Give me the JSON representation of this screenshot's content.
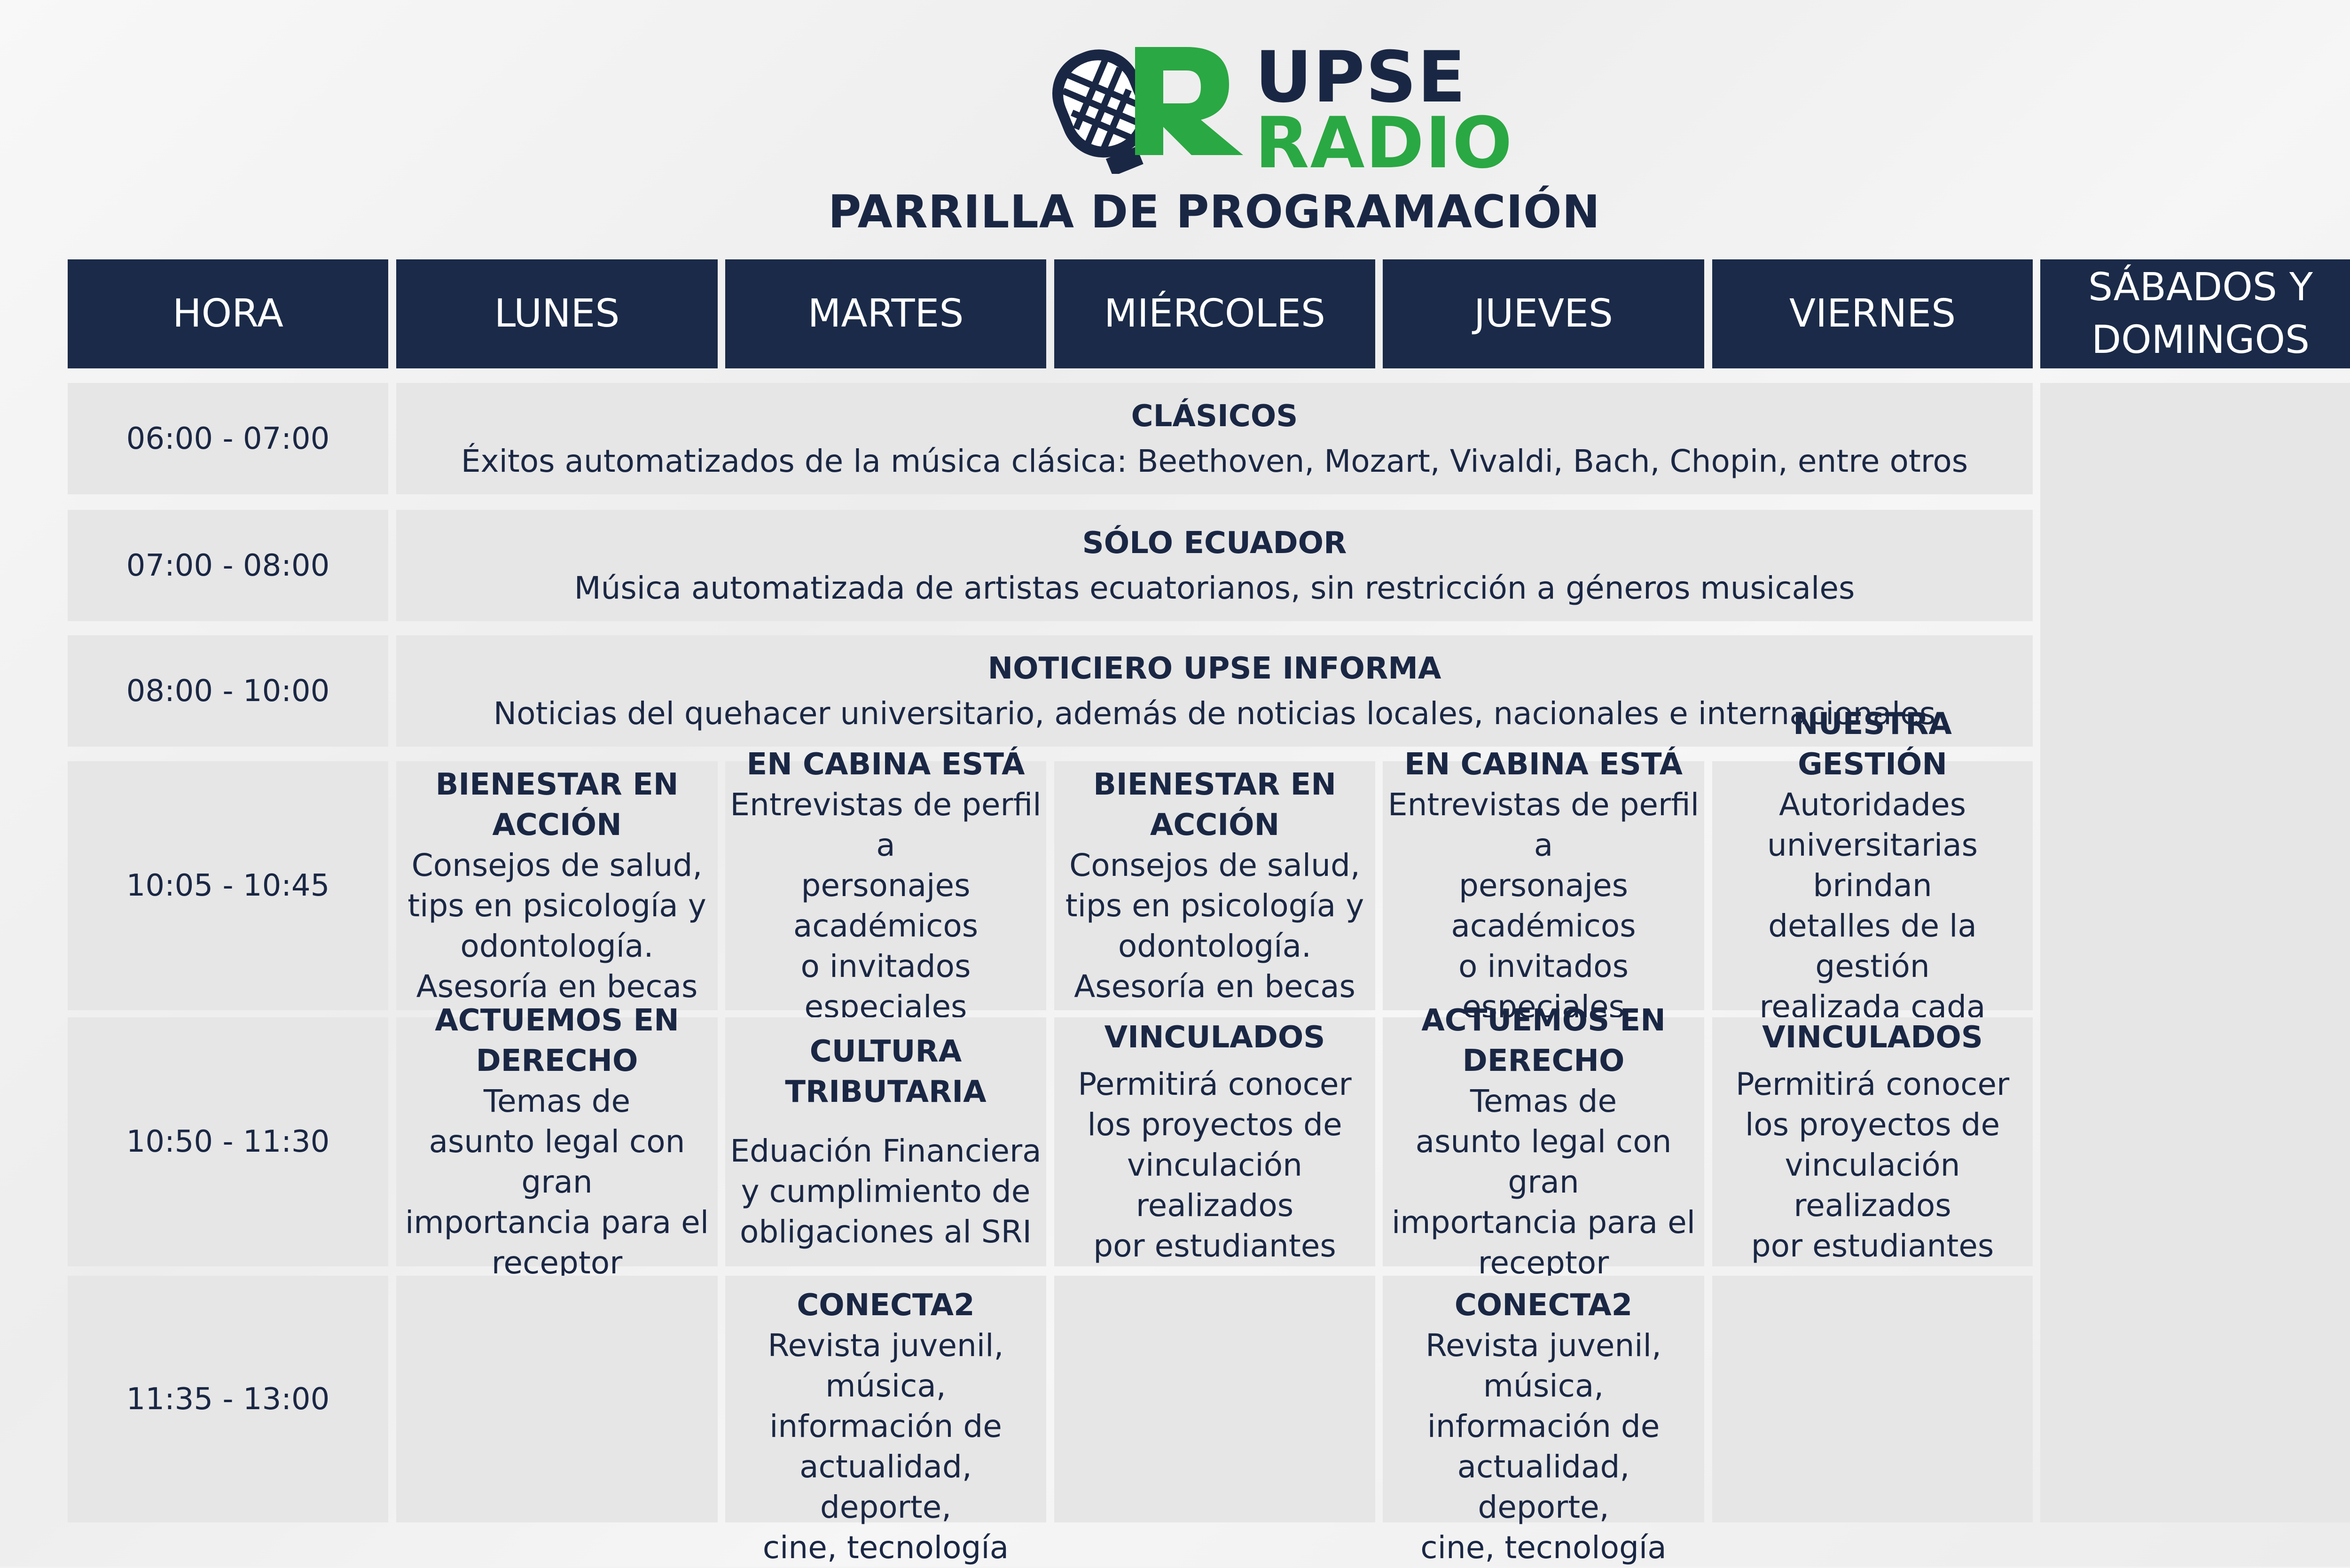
{
  "brand": {
    "line1": "UPSE",
    "line2": "RADIO",
    "accent": "#2aa843",
    "primary": "#1a2744"
  },
  "title": "PARRILLA DE PROGRAMACIÓN",
  "headers": [
    "HORA",
    "LUNES",
    "MARTES",
    "MIÉRCOLES",
    "JUEVES",
    "VIERNES",
    "SÁBADOS Y\nDOMINGOS"
  ],
  "rows": [
    {
      "time": "06:00 - 07:00",
      "program": {
        "title": "CLÁSICOS",
        "desc": "Éxitos automatizados de la música clásica: Beethoven, Mozart, Vivaldi, Bach, Chopin, entre otros"
      }
    },
    {
      "time": "07:00 - 08:00",
      "program": {
        "title": "SÓLO ECUADOR",
        "desc": "Música automatizada de artistas ecuatorianos, sin restricción a géneros musicales"
      }
    },
    {
      "time": "08:00 - 10:00",
      "program": {
        "title": "NOTICIERO UPSE INFORMA",
        "desc": "Noticias del quehacer universitario, además de noticias locales, nacionales e internacionales"
      }
    },
    {
      "time": "10:05 - 10:45",
      "days": [
        {
          "title": "BIENESTAR EN\nACCIÓN",
          "desc": "Consejos de salud,\ntips en psicología y\nodontología.\nAsesoría en becas"
        },
        {
          "title": "EN CABINA ESTÁ",
          "desc": "Entrevistas de perfil a\npersonajes\nacadémicos\no invitados especiales"
        },
        {
          "title": "BIENESTAR EN\nACCIÓN",
          "desc": "Consejos de salud,\ntips en psicología y\nodontología.\nAsesoría en becas"
        },
        {
          "title": "EN CABINA ESTÁ",
          "desc": "Entrevistas de perfil a\npersonajes\nacadémicos\no invitados especiales"
        },
        {
          "title": "NUESTRA\nGESTIÓN",
          "desc": "Autoridades\nuniversitarias brindan\ndetalles de la gestión\nrealizada cada semana"
        }
      ]
    },
    {
      "time": "10:50 - 11:30",
      "days": [
        {
          "title": "ACTUEMOS EN\nDERECHO",
          "desc": "Temas de\nasunto legal con gran\nimportancia para el\nreceptor"
        },
        {
          "title": "CULTURA\nTRIBUTARIA",
          "desc": "Eduación Financiera\ny cumplimiento de\nobligaciones al SRI"
        },
        {
          "title": "VINCULADOS",
          "desc": "Permitirá conocer\nlos proyectos de\nvinculación realizados\npor estudiantes"
        },
        {
          "title": "ACTUEMOS EN\nDERECHO",
          "desc": "Temas de\nasunto legal con gran\nimportancia para el\nreceptor"
        },
        {
          "title": "VINCULADOS",
          "desc": "Permitirá conocer\nlos proyectos de\nvinculación realizados\npor estudiantes"
        }
      ]
    },
    {
      "time": "11:35 - 13:00",
      "days": [
        {
          "title": "",
          "desc": ""
        },
        {
          "title": "CONECTA2",
          "desc": "Revista juvenil, música,\ninformación de\nactualidad, deporte,\ncine, tecnología"
        },
        {
          "title": "",
          "desc": ""
        },
        {
          "title": "CONECTA2",
          "desc": "Revista juvenil, música,\ninformación de\nactualidad, deporte,\ncine, tecnología"
        },
        {
          "title": "",
          "desc": ""
        }
      ]
    }
  ]
}
